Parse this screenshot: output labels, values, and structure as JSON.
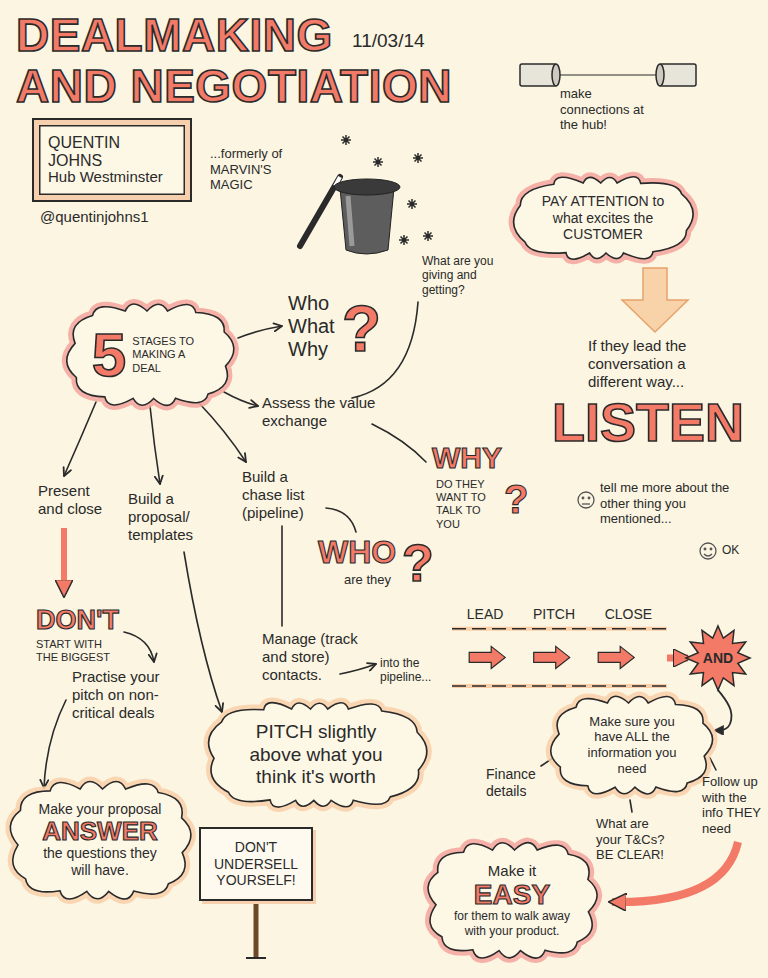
{
  "diagram": {
    "title": "DEALMAKING AND NEGOTIATION",
    "nodes": [
      {
        "text": [
          "QUENTIN JOHNS",
          "Hub Westminster"
        ]
      },
      {
        "text": [
          "PAY ATTENTION to what excites the CUSTOMER"
        ]
      },
      {
        "text": [
          "5",
          "STAGES TO MAKING A DEAL"
        ]
      },
      {
        "text": [
          "LEAD",
          "PITCH",
          "CLOSE"
        ]
      },
      {
        "text": [
          "AND"
        ]
      },
      {
        "text": [
          "Make sure you have ALL the information you need"
        ]
      },
      {
        "text": [
          "PITCH slightly above what you think it's worth"
        ]
      },
      {
        "text": [
          "Make your proposal",
          "ANSWER",
          "the questions they will have."
        ]
      },
      {
        "text": [
          "DON'T UNDERSELL YOURSELF!"
        ]
      },
      {
        "text": [
          "Make it",
          "EASY",
          "for them to walk away with your product."
        ]
      }
    ],
    "edges": [
      {
        "from": 3,
        "to": 4,
        "arrow": "to"
      },
      {
        "from": 4,
        "to": 5,
        "arrow": "to"
      }
    ],
    "labels": [
      "11/03/14",
      "make connections at the hub!",
      "...formerly of MARVIN'S MAGIC",
      "@quentinjohns1",
      "Who What Why",
      "?",
      "What are you giving and getting?",
      "If they lead the conversation a different way...",
      "Assess the value exchange",
      "LISTEN",
      "WHY",
      "DO THEY WANT TO TALK TO YOU",
      "?",
      "tell me more about the other thing you mentioned...",
      "OK",
      "Present and close",
      "Build a proposal/ templates",
      "Build a chase list (pipeline)",
      "WHO",
      "are they",
      "?",
      "DON'T",
      "START WITH THE BIGGEST",
      "Manage (track and store) contacts.",
      "into the pipeline...",
      "Practise your pitch on non-critical deals",
      "Finance details",
      "Follow up with the info THEY need",
      "What are your T&Cs? BE CLEAR!"
    ]
  }
}
